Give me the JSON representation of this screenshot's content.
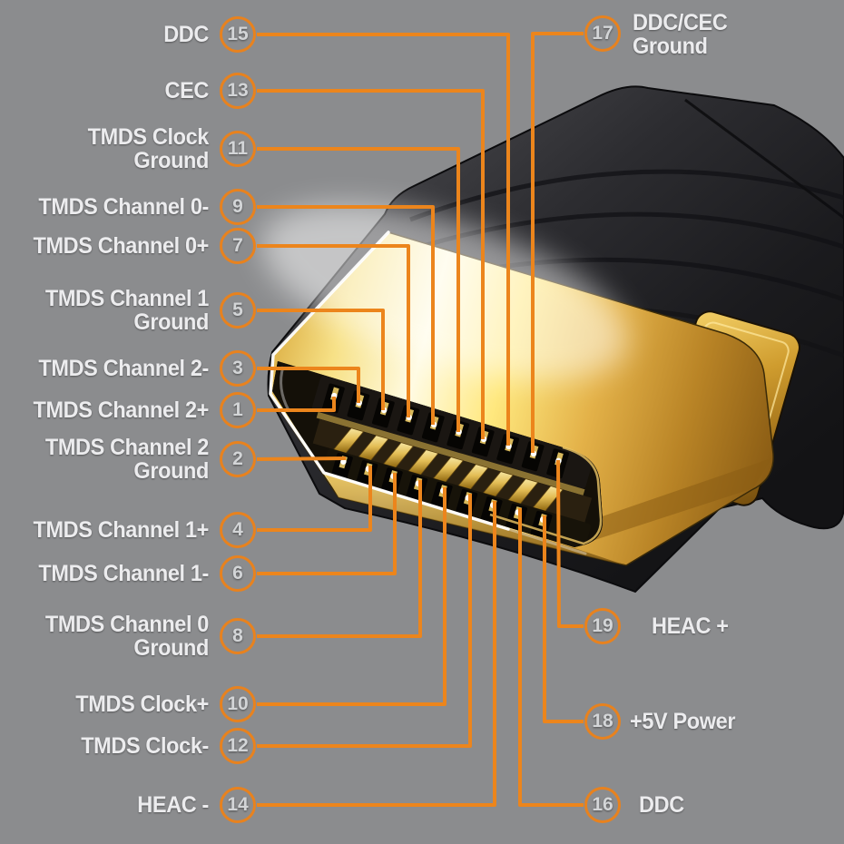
{
  "figure": {
    "description": "HDMI male connector pinout diagram",
    "background_color": "#8b8c8e",
    "accent_color": "#e8821e",
    "label_color": "#ececee"
  },
  "pins": [
    {
      "number": "15",
      "label": "DDC"
    },
    {
      "number": "13",
      "label": "CEC"
    },
    {
      "number": "11",
      "label": "TMDS Clock\nGround"
    },
    {
      "number": "9",
      "label": "TMDS Channel 0-"
    },
    {
      "number": "7",
      "label": "TMDS Channel 0+"
    },
    {
      "number": "5",
      "label": "TMDS Channel 1\nGround"
    },
    {
      "number": "3",
      "label": "TMDS Channel 2-"
    },
    {
      "number": "1",
      "label": "TMDS Channel 2+"
    },
    {
      "number": "2",
      "label": "TMDS Channel 2\nGround"
    },
    {
      "number": "4",
      "label": "TMDS Channel 1+"
    },
    {
      "number": "6",
      "label": "TMDS Channel 1-"
    },
    {
      "number": "8",
      "label": "TMDS Channel 0\nGround"
    },
    {
      "number": "10",
      "label": "TMDS Clock+"
    },
    {
      "number": "12",
      "label": "TMDS Clock-"
    },
    {
      "number": "14",
      "label": "HEAC -"
    },
    {
      "number": "17",
      "label": "DDC/CEC\nGround"
    },
    {
      "number": "19",
      "label": "HEAC +"
    },
    {
      "number": "18",
      "label": "+5V Power"
    },
    {
      "number": "16",
      "label": "DDC"
    }
  ]
}
